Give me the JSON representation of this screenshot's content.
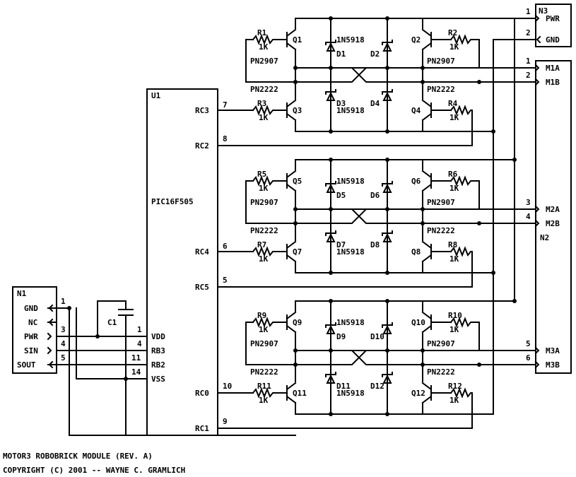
{
  "title": "MOTOR3 ROBOBRICK MODULE (REV. A)",
  "copyright": "COPYRIGHT (C) 2001 -- WAYNE C. GRAMLICH",
  "u1": {
    "ref": "U1",
    "part": "PIC16F505",
    "pins": {
      "rc3": "RC3",
      "rc3_num": "7",
      "rc2": "RC2",
      "rc2_num": "8",
      "rc4": "RC4",
      "rc4_num": "6",
      "rc5": "RC5",
      "rc5_num": "5",
      "rc0": "RC0",
      "rc0_num": "10",
      "rc1": "RC1",
      "rc1_num": "9",
      "vdd": "VDD",
      "vdd_num": "1",
      "rb3": "RB3",
      "rb3_num": "4",
      "rb2": "RB2",
      "rb2_num": "11",
      "vss": "VSS",
      "vss_num": "14"
    }
  },
  "n1": {
    "ref": "N1",
    "gnd": "GND",
    "gnd_num": "1",
    "nc": "NC",
    "pwr": "PWR",
    "pwr_num": "3",
    "sin": "SIN",
    "sin_num": "4",
    "sout": "SOUT",
    "sout_num": "5"
  },
  "n2": {
    "ref": "N2",
    "m1a": "M1A",
    "m1a_num": "1",
    "m1b": "M1B",
    "m1b_num": "2",
    "m2a": "M2A",
    "m2a_num": "3",
    "m2b": "M2B",
    "m2b_num": "4",
    "m3a": "M3A",
    "m3a_num": "5",
    "m3b": "M3B",
    "m3b_num": "6"
  },
  "n3": {
    "ref": "N3",
    "pwr": "PWR",
    "pwr_num": "1",
    "gnd": "GND",
    "gnd_num": "2"
  },
  "c1": "C1",
  "resistor_value": "1K",
  "pnp_part": "PN2907",
  "npn_part": "PN2222",
  "diode_part": "1N5918",
  "bridges": [
    {
      "r": [
        "R1",
        "R2",
        "R3",
        "R4"
      ],
      "q": [
        "Q1",
        "Q2",
        "Q3",
        "Q4"
      ],
      "d": [
        "D1",
        "D2",
        "D3",
        "D4"
      ]
    },
    {
      "r": [
        "R5",
        "R6",
        "R7",
        "R8"
      ],
      "q": [
        "Q5",
        "Q6",
        "Q7",
        "Q8"
      ],
      "d": [
        "D5",
        "D6",
        "D7",
        "D8"
      ]
    },
    {
      "r": [
        "R9",
        "R10",
        "R11",
        "R12"
      ],
      "q": [
        "Q9",
        "Q10",
        "Q11",
        "Q12"
      ],
      "d": [
        "D9",
        "D10",
        "D11",
        "D12"
      ]
    }
  ]
}
